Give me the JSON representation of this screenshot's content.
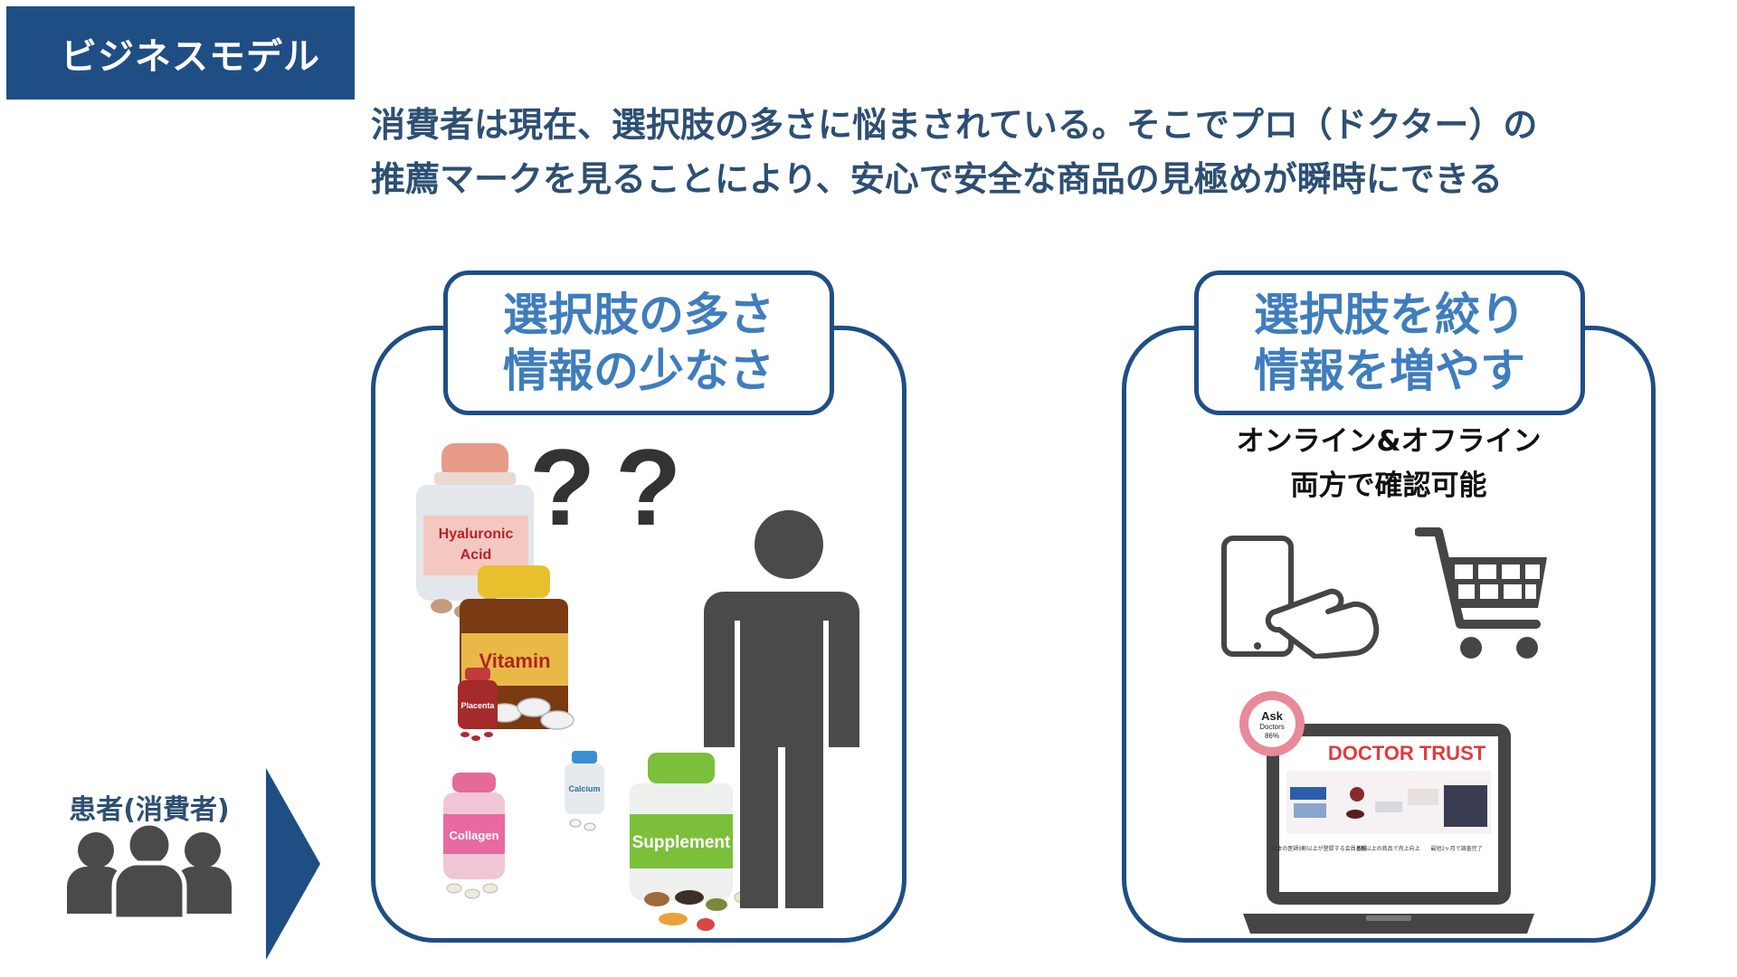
{
  "header": {
    "title": "ビジネスモデル"
  },
  "headline": {
    "line1": "消費者は現在、選択肢の多さに悩まされている。そこでプロ（ドクター）の",
    "line2": "推薦マークを見ることにより、安心で安全な商品の見極めが瞬時にできる"
  },
  "left_panel": {
    "label_line1": "選択肢の多さ",
    "label_line2": "情報の少なさ",
    "bottles": {
      "hyaluronic_line1": "Hyaluronic",
      "hyaluronic_line2": "Acid",
      "vitamin": "Vitamin",
      "placenta": "Placenta",
      "calcium": "Calcium",
      "collagen": "Collagen",
      "supplement": "Supplement"
    },
    "question_marks": [
      "?",
      "?"
    ]
  },
  "right_panel": {
    "label_line1": "選択肢を絞り",
    "label_line2": "情報を増やす",
    "subtext_line1": "オンライン&オフライン",
    "subtext_line2": "両方で確認可能",
    "laptop": {
      "brand": "DOCTOR TRUST",
      "captions": [
        "日本の医師9割以上が登録する会員基盤",
        "6割以上の商品で売上向上",
        "最短2ヶ月で調査完了"
      ]
    },
    "seal": {
      "line1": "Ask",
      "line2": "Doctors",
      "line3": "86%"
    }
  },
  "patient": {
    "label": "患者(消費者)"
  },
  "colors": {
    "navy": "#1f4e85",
    "label_blue": "#3f7dbd",
    "headline": "#2d4f73",
    "icon_gray": "#454545",
    "doctor_trust_red": "#e03c3c"
  }
}
